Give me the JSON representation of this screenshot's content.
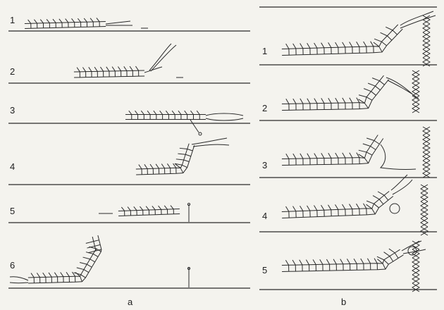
{
  "figure": {
    "panels": [
      {
        "id": "a",
        "caption": "a",
        "rows": [
          "1",
          "2",
          "3",
          "4",
          "5",
          "6"
        ]
      },
      {
        "id": "b",
        "caption": "b",
        "rows": [
          "1",
          "2",
          "3",
          "4",
          "5"
        ]
      }
    ],
    "ink_color": "#2a2a2a",
    "paper_color": "#f4f3ee"
  }
}
